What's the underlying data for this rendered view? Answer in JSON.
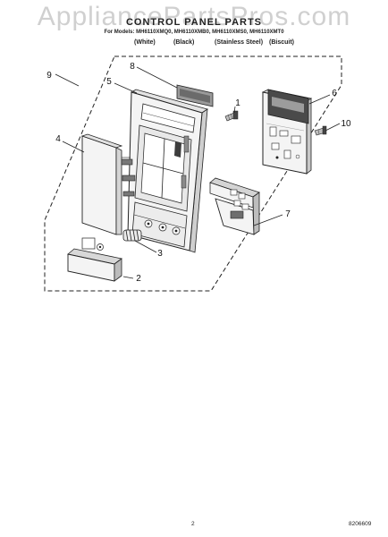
{
  "header": {
    "watermark": "AppliancePartsPros.com",
    "title": "CONTROL PANEL PARTS",
    "models": "For Models: MH6110XMQ0, MH6110XMB0, MH6110XMS0, MH6110XMT0",
    "finishes": [
      "(White)",
      "(Black)",
      "(Stainless Steel)",
      "(Biscuit)"
    ]
  },
  "callouts": [
    "1",
    "2",
    "3",
    "4",
    "5",
    "6",
    "7",
    "8",
    "9",
    "10"
  ],
  "footer": {
    "page_number": "2",
    "doc_number": "8206609"
  },
  "colors": {
    "line": "#1a1a1a",
    "part_fill": "#f4f4f4",
    "dark_fill": "#4a4a4a"
  }
}
